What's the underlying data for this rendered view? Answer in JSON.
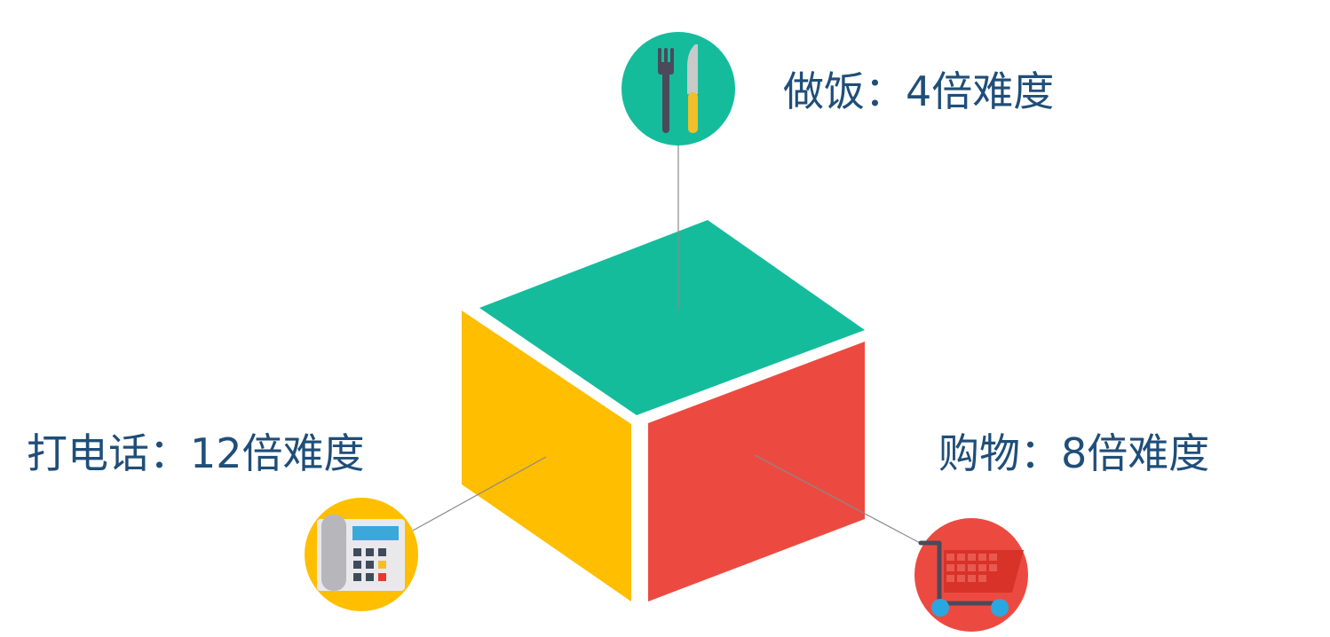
{
  "diagram": {
    "type": "isometric-cube-infographic",
    "faces": [
      {
        "name": "top",
        "color": "#14bc9c"
      },
      {
        "name": "left",
        "color": "#ffbe00"
      },
      {
        "name": "right",
        "color": "#ec4a41"
      }
    ],
    "text_color": "#1f4e79",
    "connector_color": "#8a8a8a"
  },
  "items": [
    {
      "id": "cooking",
      "label": "做饭：4倍难度",
      "activity": "做饭",
      "multiplier": "4倍难度",
      "icon": "fork-knife-icon",
      "circle_color": "#14bc9c",
      "face": "top"
    },
    {
      "id": "phone",
      "label": "打电话：12倍难度",
      "activity": "打电话",
      "multiplier": "12倍难度",
      "icon": "telephone-icon",
      "circle_color": "#ffbe00",
      "face": "left"
    },
    {
      "id": "shopping",
      "label": "购物：8倍难度",
      "activity": "购物",
      "multiplier": "8倍难度",
      "icon": "shopping-cart-icon",
      "circle_color": "#ec4a41",
      "face": "right"
    }
  ]
}
